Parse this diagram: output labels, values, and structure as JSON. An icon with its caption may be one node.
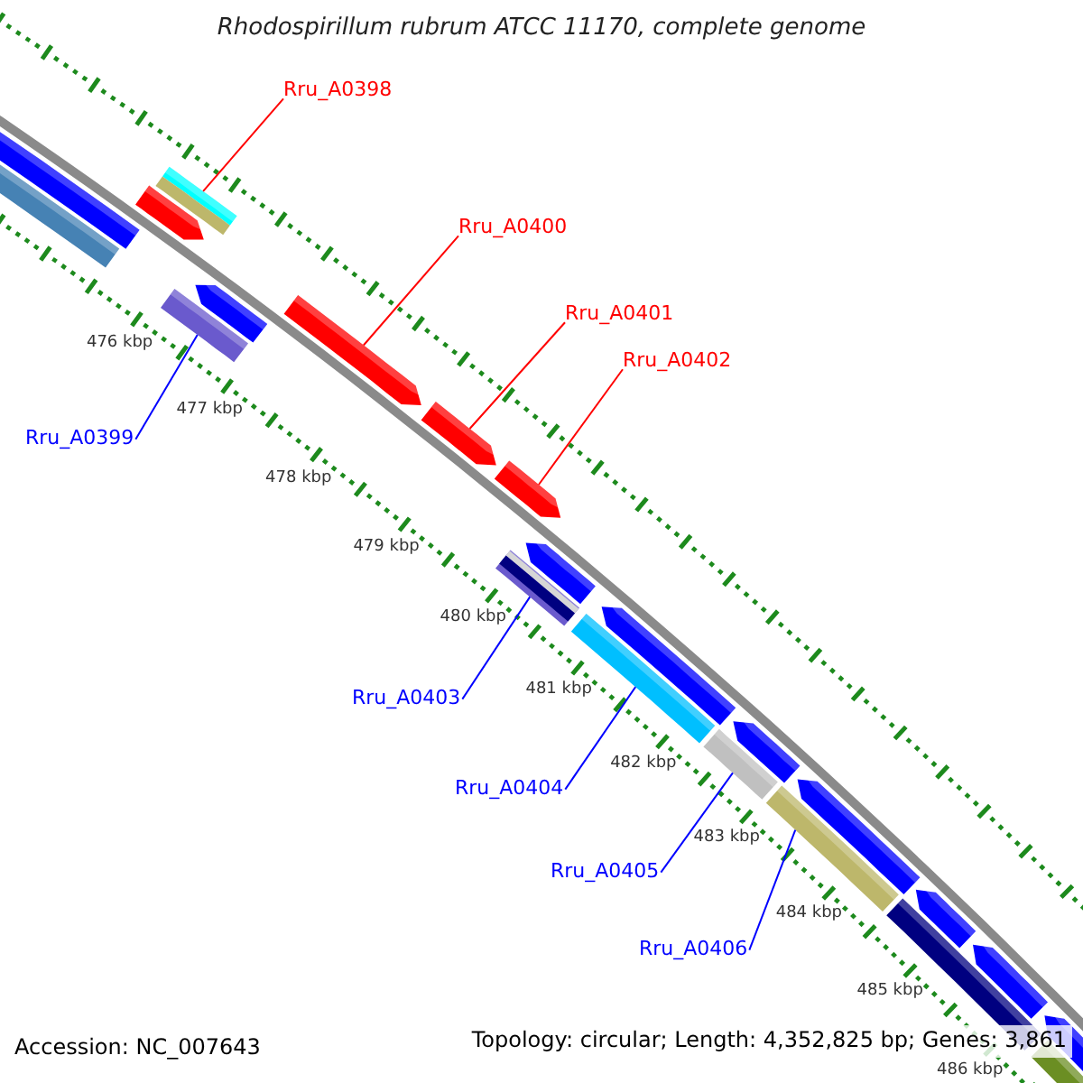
{
  "diagram": {
    "title": "Rhodospirillum rubrum ATCC 11170, complete genome",
    "nodes": [
      {
        "text": [
          "Rru_A0398"
        ]
      },
      {
        "text": [
          "Rru_A0400"
        ]
      },
      {
        "text": [
          "Rru_A0401"
        ]
      },
      {
        "text": [
          "Rru_A0402"
        ]
      },
      {
        "text": [
          "Rru_A0399"
        ]
      },
      {
        "text": [
          "Rru_A0403"
        ]
      },
      {
        "text": [
          "Rru_A0404"
        ]
      },
      {
        "text": [
          "Rru_A0405"
        ]
      },
      {
        "text": [
          "Rru_A0406"
        ]
      },
      {
        "text": [],
        "shape": "bar"
      },
      {
        "text": [],
        "shape": "bar"
      },
      {
        "text": [],
        "shape": "bar"
      },
      {
        "text": [],
        "shape": "bar"
      },
      {
        "text": [],
        "shape": "bar"
      },
      {
        "text": [],
        "shape": "bar"
      },
      {
        "text": [],
        "shape": "bar"
      },
      {
        "text": [],
        "shape": "bar"
      },
      {
        "text": [],
        "shape": "bar"
      }
    ],
    "edges": [
      {
        "from": 0,
        "to": 9,
        "arrow": "none",
        "color": "#ff0000"
      },
      {
        "from": 1,
        "to": 11,
        "arrow": "none",
        "color": "#ff0000"
      },
      {
        "from": 2,
        "to": 12,
        "arrow": "none",
        "color": "#ff0000"
      },
      {
        "from": 3,
        "to": 13,
        "arrow": "none",
        "color": "#ff0000"
      },
      {
        "from": 4,
        "to": 10,
        "arrow": "none"
      },
      {
        "from": 5,
        "to": 14,
        "arrow": "none"
      },
      {
        "from": 6,
        "to": 15,
        "arrow": "none"
      },
      {
        "from": 7,
        "to": 16,
        "arrow": "none"
      },
      {
        "from": 8,
        "to": 17,
        "arrow": "none"
      }
    ],
    "labels": [
      "476 kbp",
      "477 kbp",
      "478 kbp",
      "479 kbp",
      "480 kbp",
      "481 kbp",
      "482 kbp",
      "483 kbp",
      "484 kbp",
      "485 kbp",
      "486 kbp",
      "Accession: NC_007643",
      "Topology: circular; Length: 4,352,825 bp; Genes: 3,861"
    ]
  }
}
